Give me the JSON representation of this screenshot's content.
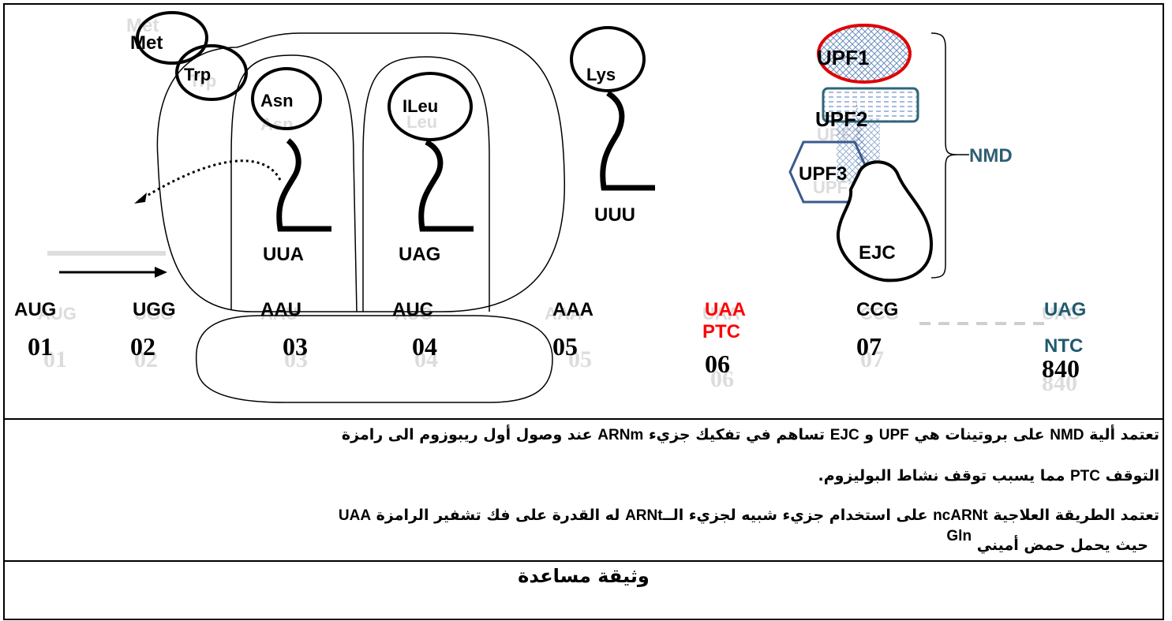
{
  "diagram": {
    "amino_acids": [
      "Met",
      "Trp",
      "Asn",
      "ILeu",
      "Lys"
    ],
    "anticodons": [
      "UUA",
      "UAG",
      "UUU"
    ],
    "codons": [
      {
        "codon": "AUG",
        "number": "01"
      },
      {
        "codon": "UGG",
        "number": "02"
      },
      {
        "codon": "AAU",
        "number": "03"
      },
      {
        "codon": "AUC",
        "number": "04"
      },
      {
        "codon": "AAA",
        "number": "05"
      },
      {
        "codon": "UAA",
        "number": "06",
        "tag": "PTC"
      },
      {
        "codon": "CCG",
        "number": "07"
      },
      {
        "codon": "UAG",
        "number": "840",
        "tag": "NTC"
      }
    ],
    "proteins": [
      "UPF1",
      "UPF2",
      "UPF3",
      "EJC"
    ],
    "complex_label": "NMD",
    "colors": {
      "ptc_red": "#ff0000",
      "ntc_teal": "#1f5a6e",
      "nmd_teal": "#2e5e74",
      "upf1_outline": "#e00000",
      "upf_blue": "#3a5a8c"
    }
  },
  "text": {
    "paragraph1_line1": {
      "part_a": "تعتمد ألية",
      "nmd": "NMD",
      "part_b": "على بروتينات هي",
      "upf": "UPF",
      "and": "و",
      "ejc": "EJC",
      "part_c": "تساهم في تفكيك جزيء",
      "arnm": "ARNm",
      "part_d": "عند وصول أول ريبوزوم الى رامزة"
    },
    "paragraph1_line2": {
      "part_a": "التوقف",
      "ptc": "PTC",
      "part_b": "مما يسبب توقف نشاط البوليزوم."
    },
    "paragraph2_line1": {
      "part_a": "تعتمد الطريقة العلاجية",
      "ncarnt": "ncARNt",
      "part_b": "على استخدام جزيء شبيه لجزيء الــ",
      "arnt": "ARNt",
      "part_c": "له القدرة على فك تشفير الرامزة",
      "uaa": "UAA"
    },
    "paragraph2_line2": {
      "part_a": "حيث يحمل حمض أميني",
      "gln": "Gln"
    },
    "doc_title": "وثيقة مساعدة"
  }
}
